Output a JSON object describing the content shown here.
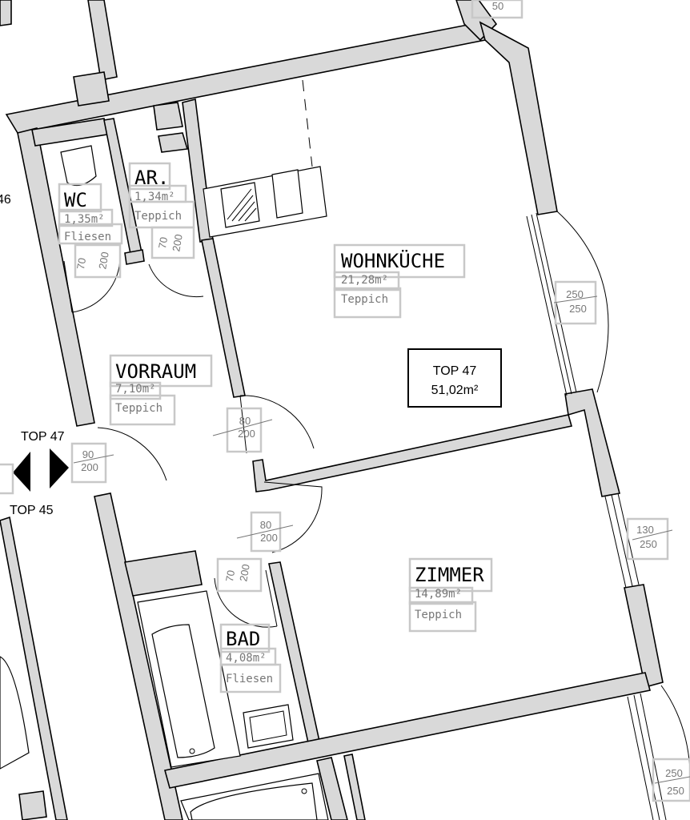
{
  "apartment": {
    "label": "TOP 47",
    "area": "51,02m²"
  },
  "rooms": [
    {
      "id": "wohnkueche",
      "name": "WOHNKÜCHE",
      "area": "21,28m²",
      "floor": "Teppich"
    },
    {
      "id": "zimmer",
      "name": "ZIMMER",
      "area": "14,89m²",
      "floor": "Teppich"
    },
    {
      "id": "vorraum",
      "name": "VORRAUM",
      "area": "7,10m²",
      "floor": "Teppich"
    },
    {
      "id": "bad",
      "name": "BAD",
      "area": "4,08m²",
      "floor": "Fliesen"
    },
    {
      "id": "wc",
      "name": "WC",
      "area": "1,35m²",
      "floor": "Fliesen"
    },
    {
      "id": "ar",
      "name": "AR.",
      "area": "1,34m²",
      "floor": "Teppich"
    }
  ],
  "doors": {
    "wc": {
      "w": "70",
      "h": "200"
    },
    "ar": {
      "w": "70",
      "h": "200"
    },
    "wohnkueche": {
      "w": "80",
      "h": "200"
    },
    "entrance": {
      "w": "90",
      "h": "200"
    },
    "zimmer": {
      "w": "80",
      "h": "200"
    },
    "bad": {
      "w": "70",
      "h": "200"
    }
  },
  "windows": {
    "wohnkueche": {
      "w": "250",
      "h": "250"
    },
    "zimmer": {
      "w": "130",
      "h": "250"
    },
    "lower_right": {
      "w": "250",
      "h": "250"
    },
    "top_partial": "50"
  },
  "neighbors": {
    "top_upper": "TOP 47",
    "top_lower": "TOP 45",
    "left_partial": "46"
  }
}
